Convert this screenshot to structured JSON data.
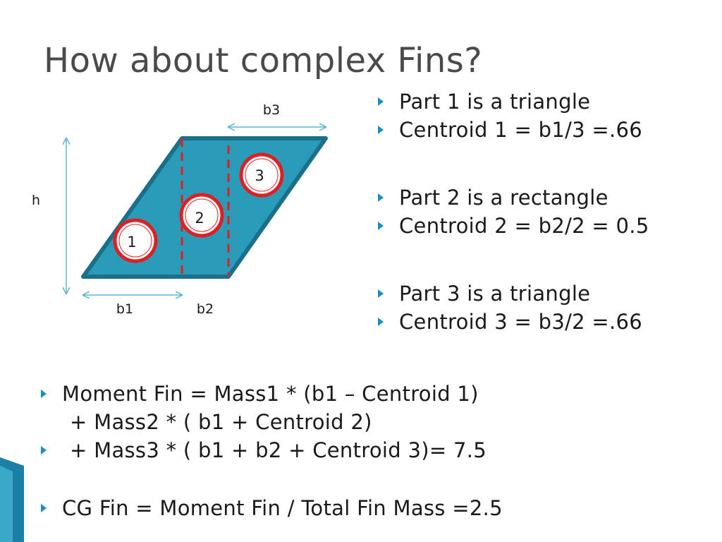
{
  "slide": {
    "title": "How about complex Fins?"
  },
  "diagram": {
    "labels": {
      "b3": "b3",
      "h": "h",
      "b1": "b1",
      "b2": "b2"
    },
    "parts": [
      "1",
      "2",
      "3"
    ],
    "colors": {
      "fin_fill": "#2a9bb8",
      "fin_border": "#1b6f8b",
      "divider": "#e02020",
      "circle": "#e02020",
      "dimension_arrow": "#5cb8cf",
      "bullet": "#1d8fbf"
    }
  },
  "right_bullets": {
    "group1": [
      "Part 1 is a triangle",
      "Centroid 1 = b1/3 =.66"
    ],
    "group2": [
      "Part 2 is a rectangle",
      "Centroid 2 = b2/2 = 0.5"
    ],
    "group3": [
      "Part 3 is a triangle",
      "Centroid 3 = b3/2 =.66"
    ]
  },
  "bottom_bullets": {
    "moment_line1": "Moment Fin = Mass1 * (b1 – Centroid 1)",
    "moment_line2": " + Mass2 * ( b1 + Centroid 2)",
    "moment_line3": " + Mass3 * ( b1 + b2 + Centroid 3)= 7.5",
    "cg": "CG Fin = Moment Fin / Total Fin Mass =2.5"
  }
}
